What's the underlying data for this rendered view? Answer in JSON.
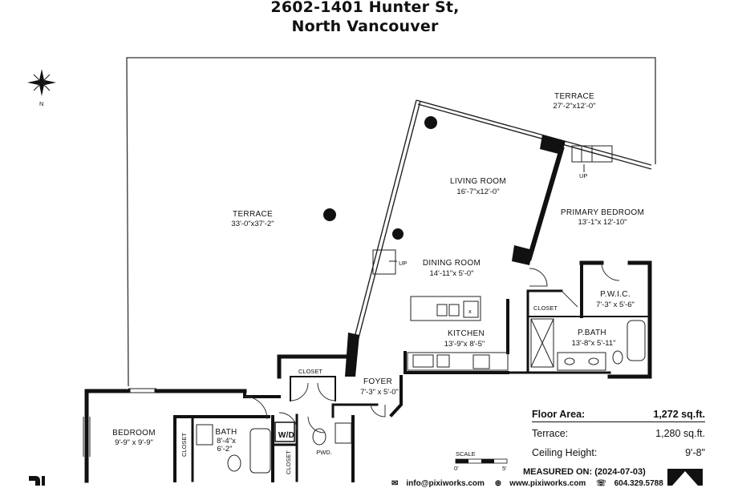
{
  "header": {
    "title_line1": "2602-1401 Hunter St,",
    "title_line2": "North Vancouver"
  },
  "compass": {
    "label": "N"
  },
  "rooms": {
    "terrace_main": {
      "name": "TERRACE",
      "dims": "33'-0\"x37'-2\""
    },
    "terrace_top": {
      "name": "TERRACE",
      "dims": "27'-2\"x12'-0\""
    },
    "living": {
      "name": "LIVING ROOM",
      "dims": "16'-7\"x12'-0\""
    },
    "primary_bedroom": {
      "name": "PRIMARY BEDROOM",
      "dims": "13'-1\"x 12'-10\""
    },
    "dining": {
      "name": "DINING ROOM",
      "dims": "14'-11\"x 5'-0\""
    },
    "pwic": {
      "name": "P.W.I.C.",
      "dims": "7'-3\" x 5'-6\""
    },
    "kitchen": {
      "name": "KITCHEN",
      "dims": "13'-9\"x 8'-5\""
    },
    "pbath": {
      "name": "P.BATH",
      "dims": "13'-8\"x 5'-11\""
    },
    "foyer": {
      "name": "FOYER",
      "dims": "7'-3\" x 5'-0\""
    },
    "bedroom": {
      "name": "BEDROOM",
      "dims": "9'-9\" x 9'-9\""
    },
    "bath": {
      "name": "BATH",
      "dims_line1": "8'-4\"x",
      "dims_line2": "6'-2\""
    },
    "pwd": {
      "name": "PWD."
    }
  },
  "labels": {
    "closet_upper": "CLOSET",
    "closet_pbath": "CLOSET",
    "closet_bedroom": "CLOSET",
    "closet_small": "CLOSET",
    "washer_dryer": "W/D",
    "up_top": "UP",
    "up_mid": "UP",
    "stove_x": "x"
  },
  "scale": {
    "label": "SCALE",
    "start": "0'",
    "end": "5'"
  },
  "stats": {
    "floor_area_label": "Floor Area:",
    "floor_area_value": "1,272 sq.ft.",
    "terrace_label": "Terrace:",
    "terrace_value": "1,280 sq.ft.",
    "ceiling_label": "Ceiling Height:",
    "ceiling_value": "9'-8\""
  },
  "measured": "MEASURED ON: (2024-07-03)",
  "contact": {
    "email": "info@pixiworks.com",
    "web": "www.pixiworks.com",
    "phone": "604.329.5788"
  },
  "colors": {
    "wall": "#111111",
    "line": "#222222"
  }
}
